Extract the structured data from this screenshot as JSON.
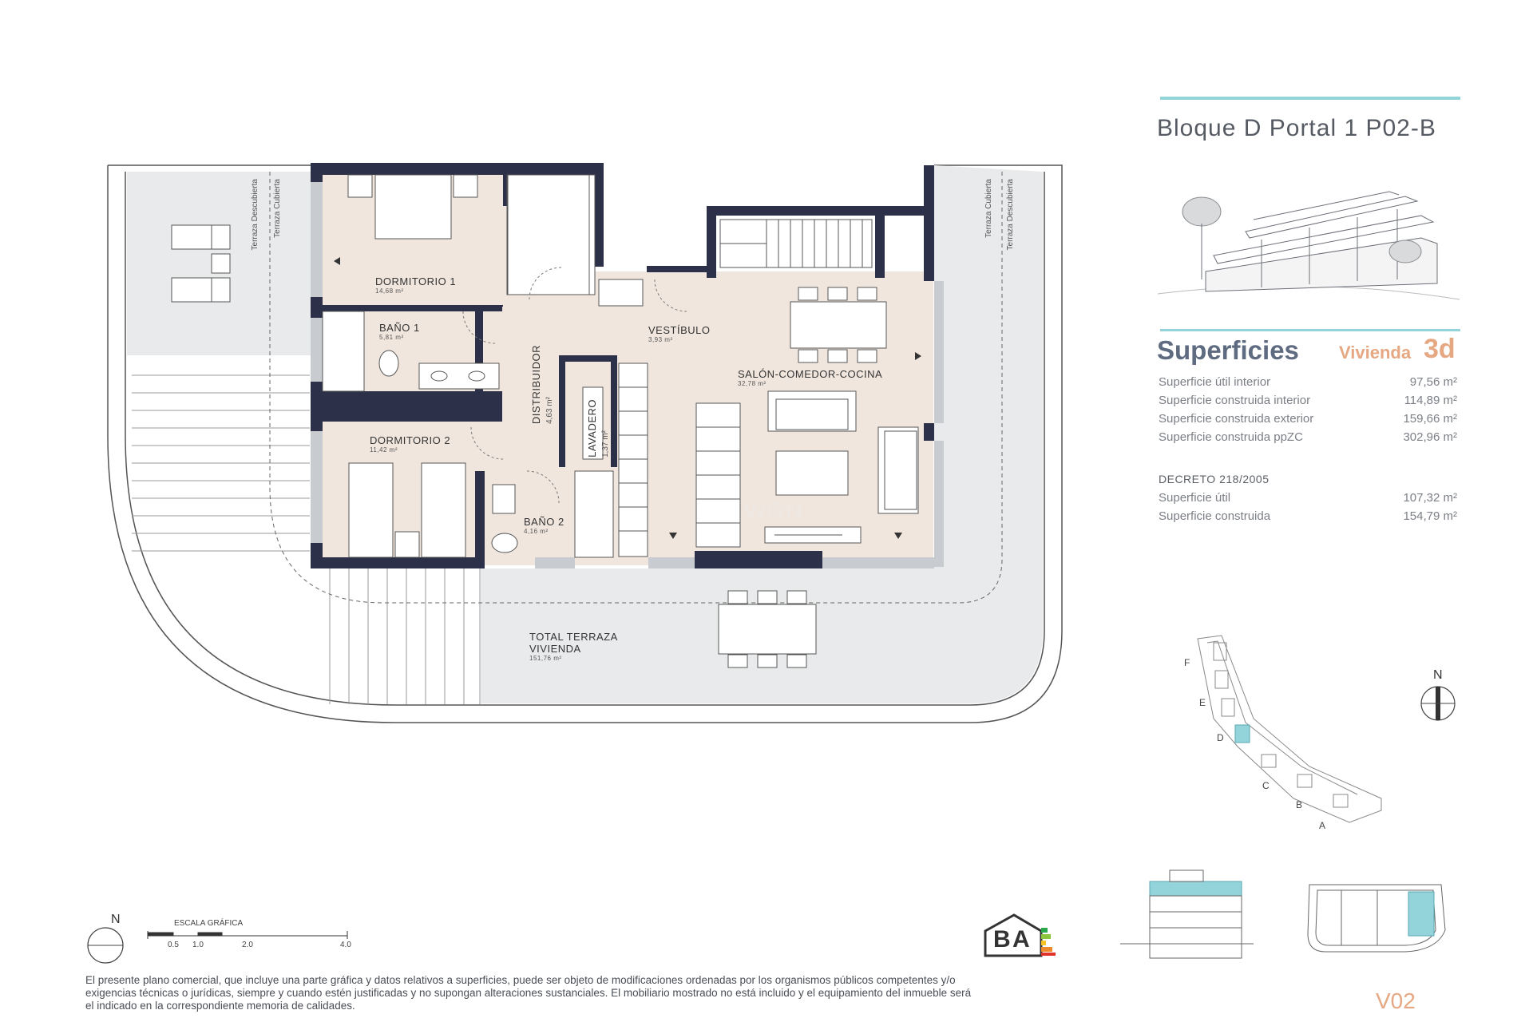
{
  "header": {
    "title": "Bloque D Portal 1 P02-B",
    "colors": {
      "accent": "#93d3da",
      "orange": "#e6a882",
      "wall": "#2c3048",
      "floor": "#f1e6de",
      "terrace": "#e9eaeb"
    }
  },
  "superficies": {
    "title": "Superficies",
    "vivienda_label": "Vivienda",
    "vivienda_num": "3d",
    "rows": [
      {
        "label": "Superficie útil interior",
        "value": "97,56 m²"
      },
      {
        "label": "Superficie construida interior",
        "value": "114,89 m²"
      },
      {
        "label": "Superficie construida exterior",
        "value": "159,66 m²"
      },
      {
        "label": "Superficie construida ppZC",
        "value": "302,96 m²"
      }
    ],
    "decreto_title": "DECRETO 218/2005",
    "decreto_rows": [
      {
        "label": "Superficie útil",
        "value": "107,32 m²"
      },
      {
        "label": "Superficie construida",
        "value": "154,79 m²"
      }
    ]
  },
  "rooms": {
    "dormitorio1": {
      "name": "DORMITORIO 1",
      "area": "14,68 m²"
    },
    "bano1": {
      "name": "BAÑO 1",
      "area": "5,81 m²"
    },
    "vestibulo": {
      "name": "VESTÍBULO",
      "area": "3,93 m²"
    },
    "salon": {
      "name": "SALÓN-COMEDOR-COCINA",
      "area": "32,78 m²"
    },
    "distribuidor": {
      "name": "DISTRIBUIDOR",
      "area": "4,63 m²"
    },
    "lavadero": {
      "name": "LAVADERO",
      "area": "1,37 m²"
    },
    "dormitorio2": {
      "name": "DORMITORIO 2",
      "area": "11,42 m²"
    },
    "bano2": {
      "name": "BAÑO 2",
      "area": "4,16 m²"
    },
    "terraza_total": {
      "name_line1": "TOTAL  TERRAZA",
      "name_line2": "VIVIENDA",
      "area": "151,76 m²"
    }
  },
  "terrace_labels": {
    "left_1": "Terraza Descubierta",
    "left_2": "Terraza Cubierta",
    "right_1": "Terraza Cubierta",
    "right_2": "Terraza Descubierta"
  },
  "watermark": "WGN",
  "scale": {
    "label": "ESCALA GRÁFICA",
    "ticks": [
      "0.5",
      "1.0",
      "2.0",
      "4.0"
    ]
  },
  "compass": {
    "north": "N"
  },
  "location_map": {
    "letters": [
      "F",
      "E",
      "D",
      "C",
      "B",
      "A"
    ]
  },
  "energy": {
    "rating1": "B",
    "rating2": "A"
  },
  "sheet_code": "V02",
  "disclaimer": [
    "El presente plano comercial, que incluye una parte gráfica y datos relativos a superficies, puede ser objeto de modificaciones ordenadas por los organismos públicos competentes y/o",
    "exigencias técnicas o jurídicas, siempre y cuando estén justificadas y no supongan alteraciones sustanciales. El mobiliario mostrado no está incluido y el equipamiento del inmueble será",
    "el indicado en la correspondiente memoria de calidades."
  ]
}
